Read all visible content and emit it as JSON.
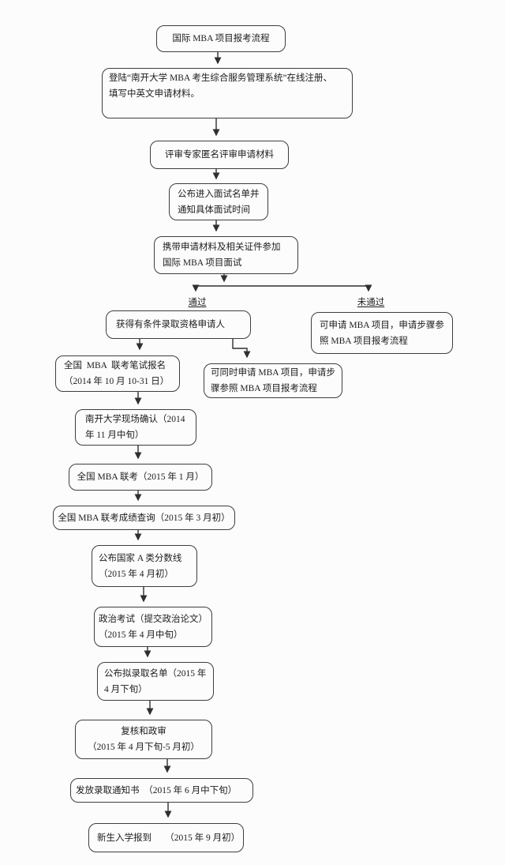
{
  "branch": {
    "pass": "通过",
    "fail": "未通过"
  },
  "nodes": {
    "start": {
      "lines": [
        "国际 MBA 项目报考流程"
      ]
    },
    "register": {
      "lines": [
        "登陆“南开大学 MBA 考生综合服务管理系统”在线注册、",
        "填写中英文申请材料。"
      ]
    },
    "expert_review": {
      "lines": [
        "评审专家匿名评审申请材料"
      ]
    },
    "interview_list": {
      "lines": [
        "公布进入面试名单并",
        "通知具体面试时间"
      ]
    },
    "interview": {
      "lines": [
        "携带申请材料及相关证件参加",
        "国际 MBA 项目面试"
      ]
    },
    "qualified": {
      "lines": [
        "获得有条件录取资格申请人"
      ]
    },
    "fail_apply": {
      "lines": [
        "可申请 MBA 项目，申请步骤参",
        "照 MBA 项目报考流程"
      ]
    },
    "exam_register": {
      "lines": [
        "全国  MBA  联考笔试报名",
        "（2014 年 10 月 10-31 日）"
      ]
    },
    "also_apply": {
      "lines": [
        "可同时申请 MBA 项目，申请步",
        "骤参照 MBA 项目报考流程"
      ]
    },
    "onsite_confirm": {
      "lines": [
        "南开大学现场确认（2014",
        "年 11 月中旬）"
      ]
    },
    "national_exam": {
      "lines": [
        "全国 MBA 联考（2015 年 1 月）"
      ]
    },
    "score_query": {
      "lines": [
        "全国 MBA 联考成绩查询（2015 年 3 月初）"
      ]
    },
    "score_line": {
      "lines": [
        "公布国家 A 类分数线",
        "（2015 年 4 月初）"
      ]
    },
    "political_exam": {
      "lines": [
        "政治考试（提交政治论文）",
        "（2015 年 4 月中旬）"
      ]
    },
    "admission_list": {
      "lines": [
        "公布拟录取名单（2015 年",
        "4 月下旬）"
      ]
    },
    "recheck": {
      "lines": [
        "复核和政审",
        "（2015 年 4 月下旬-5 月初）"
      ]
    },
    "notice": {
      "lines": [
        "发放录取通知书　（2015 年 6 月中下旬）"
      ]
    },
    "enrollment": {
      "lines": [
        "新生入学报到　　（2015 年 9 月初）"
      ]
    }
  },
  "colors": {
    "line": "#2f2f2f",
    "text": "#1c1c1c",
    "background": "#fcfcfc"
  }
}
